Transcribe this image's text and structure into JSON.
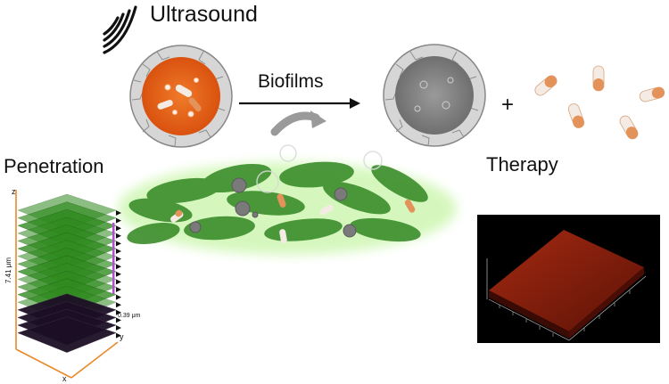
{
  "labels": {
    "ultrasound": "Ultrasound",
    "biofilms": "Biofilms",
    "penetration": "Penetration",
    "therapy": "Therapy",
    "plus": "+"
  },
  "stack": {
    "height_label": "7.41 μm",
    "slice_label": "0.39 μm",
    "axis_z": "z",
    "axis_x": "x",
    "axis_y": "y"
  },
  "colors": {
    "nanoparticle_orange": "#e8641c",
    "nanoparticle_gray": "#8a8a8a",
    "shell": "#cfcfcf",
    "biofilm_green": "#3f8f2f",
    "biofilm_glow": "#b6f09a",
    "capsule_orange": "#e3935a",
    "capsule_white": "#f4ece4",
    "stack_green": "#2f8a1f",
    "stack_dark": "#1c0f25",
    "axis_orange": "#e8892a",
    "stack_marker": "#b04fcf",
    "confocal_red": "#8a1c0c"
  }
}
